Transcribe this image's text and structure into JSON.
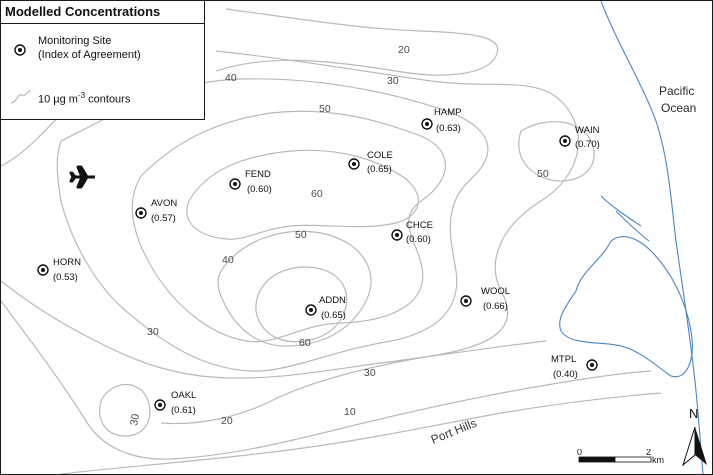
{
  "legend": {
    "title": "Modelled Concentrations",
    "site_label": "Monitoring Site",
    "site_sublabel": "(Index of Agreement)",
    "contour_label": "10 µg m",
    "contour_exponent": "-3",
    "contour_suffix": " contours"
  },
  "sites": [
    {
      "name": "HAMP",
      "ioa": "(0.63)"
    },
    {
      "name": "WAIN",
      "ioa": "(0.70)"
    },
    {
      "name": "COLE",
      "ioa": "(0.65)"
    },
    {
      "name": "FEND",
      "ioa": "(0.60)"
    },
    {
      "name": "AVON",
      "ioa": "(0.57)"
    },
    {
      "name": "CHCE",
      "ioa": "(0.60)"
    },
    {
      "name": "HORN",
      "ioa": "(0.53)"
    },
    {
      "name": "WOOL",
      "ioa": "(0.66)"
    },
    {
      "name": "ADDN",
      "ioa": "(0.65)"
    },
    {
      "name": "MTPL",
      "ioa": "(0.40)"
    },
    {
      "name": "OAKL",
      "ioa": "(0.61)"
    }
  ],
  "contour_labels": [
    "20",
    "30",
    "40",
    "50",
    "50",
    "60",
    "50",
    "40",
    "30",
    "60",
    "30",
    "30",
    "20",
    "10"
  ],
  "places": {
    "ocean_line1": "Pacific",
    "ocean_line2": "Ocean",
    "hills": "Port Hills"
  },
  "scale": {
    "start": "0",
    "end": "2",
    "unit": "km"
  },
  "north": "N",
  "colors": {
    "contour": "#b9b9b9",
    "coastline": "#4a86c8",
    "frame": "#1a1a1a"
  },
  "icons": {
    "airport": "airplane-icon",
    "site": "monitoring-site-icon"
  }
}
